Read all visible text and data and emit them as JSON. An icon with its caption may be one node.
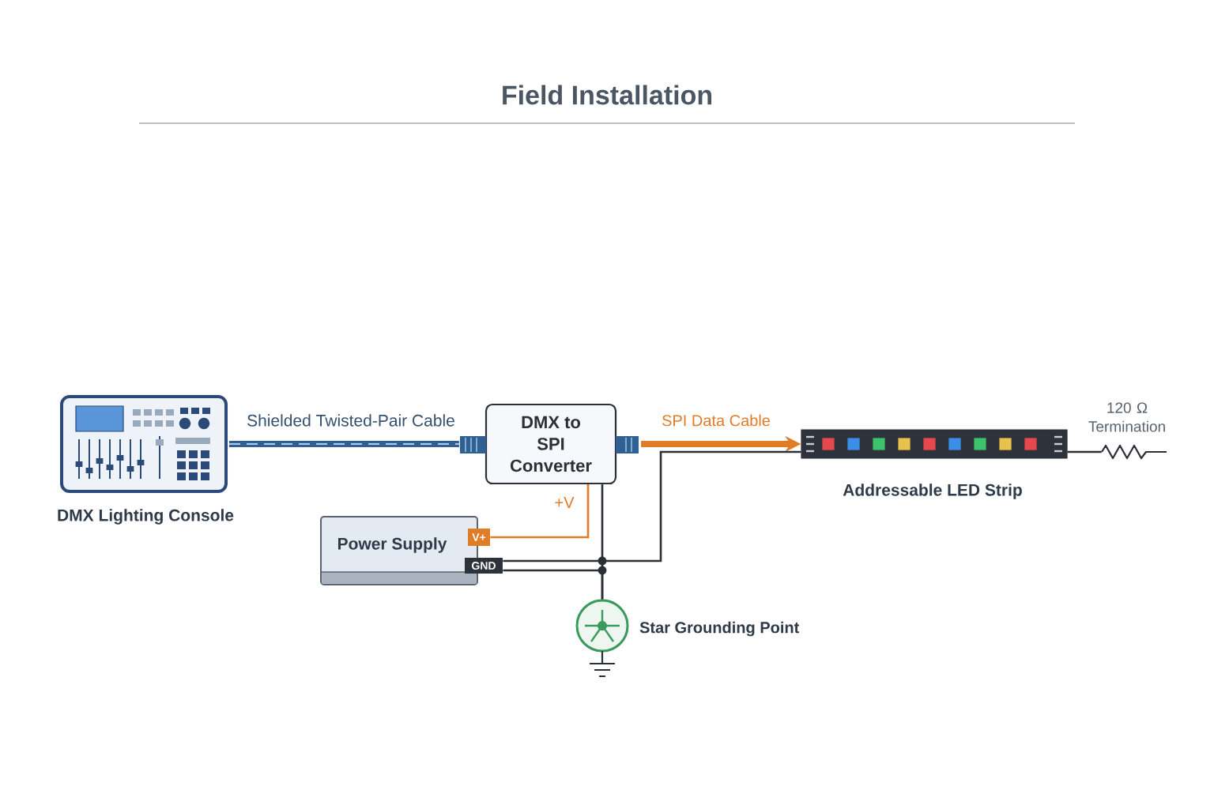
{
  "diagram": {
    "title": "Field Installation",
    "nodes": [
      {
        "text": [
          "DMX Lighting Console"
        ]
      },
      {
        "text": [
          "DMX to SPI Converter"
        ]
      },
      {
        "text": [
          "Addressable LED Strip"
        ]
      },
      {
        "text": [
          "Power Supply"
        ]
      },
      {
        "text": [
          "V+"
        ]
      },
      {
        "text": [
          "GND"
        ]
      },
      {
        "text": [
          "Star Grounding Point"
        ]
      },
      {
        "text": [
          "120 Ω Termination"
        ]
      }
    ],
    "edges": [
      {
        "from": 0,
        "to": 1,
        "arrow": "none",
        "label": "Shielded Twisted-Pair Cable",
        "style": "thick",
        "color": "#2f5f93"
      },
      {
        "from": 1,
        "to": 2,
        "arrow": "to",
        "label": "SPI Data Cable",
        "style": "thick",
        "color": "#e07b26"
      },
      {
        "from": 4,
        "to": 1,
        "arrow": "none",
        "label": "+V",
        "color": "#e07b26"
      },
      {
        "from": 5,
        "to": 2,
        "arrow": "none"
      },
      {
        "from": 5,
        "to": 6,
        "arrow": "none"
      },
      {
        "from": 1,
        "to": 6,
        "arrow": "none"
      },
      {
        "from": 2,
        "to": 7,
        "arrow": "none"
      }
    ]
  }
}
